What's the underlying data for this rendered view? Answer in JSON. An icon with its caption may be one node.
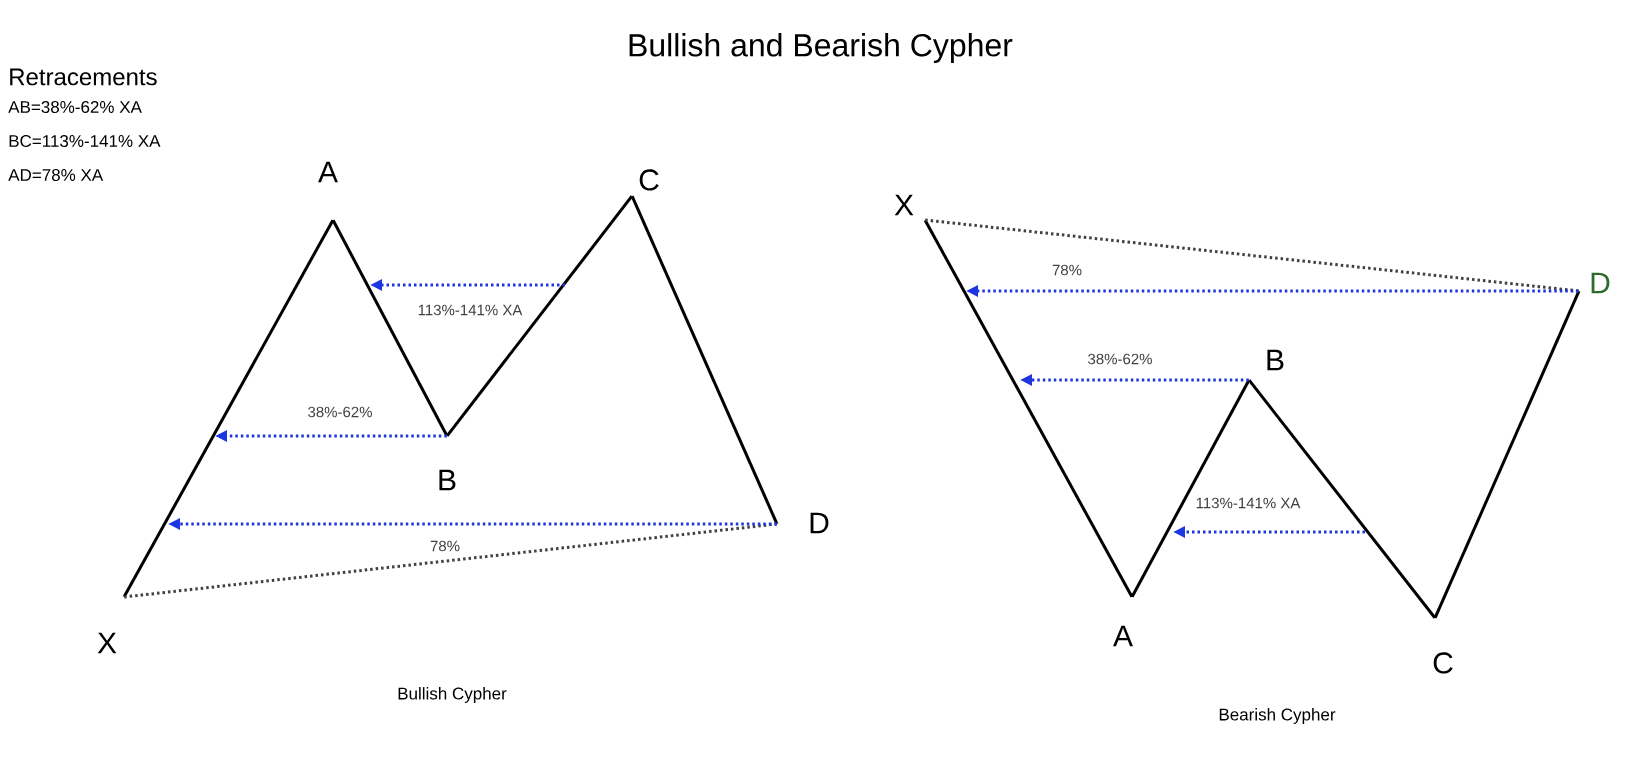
{
  "diagram": {
    "title": "Bullish and Bearish Cypher",
    "nodes": [
      {
        "text": [
          "X"
        ]
      },
      {
        "text": [
          "A"
        ]
      },
      {
        "text": [
          "B"
        ]
      },
      {
        "text": [
          "C"
        ]
      },
      {
        "text": [
          "D"
        ]
      },
      {
        "text": [
          "X"
        ]
      },
      {
        "text": [
          "A"
        ]
      },
      {
        "text": [
          "B"
        ]
      },
      {
        "text": [
          "C"
        ]
      },
      {
        "text": [
          "D"
        ]
      }
    ],
    "edges": [
      {
        "from": 0,
        "to": 1,
        "arrow": "none"
      },
      {
        "from": 1,
        "to": 2,
        "arrow": "none"
      },
      {
        "from": 2,
        "to": 3,
        "arrow": "none"
      },
      {
        "from": 3,
        "to": 4,
        "arrow": "none"
      },
      {
        "from": 0,
        "to": 4,
        "arrow": "none",
        "style": "dashed"
      },
      {
        "from": 2,
        "to": null,
        "arrow": "to",
        "style": "dashed",
        "color": "#1f35e0",
        "label": "38%-62%"
      },
      {
        "from": 4,
        "to": null,
        "arrow": "to",
        "style": "dashed",
        "color": "#1f35e0",
        "label": "78%"
      },
      {
        "from": 5,
        "to": 6,
        "arrow": "none"
      },
      {
        "from": 6,
        "to": 7,
        "arrow": "none"
      },
      {
        "from": 7,
        "to": 8,
        "arrow": "none"
      },
      {
        "from": 8,
        "to": 9,
        "arrow": "none"
      },
      {
        "from": 5,
        "to": 9,
        "arrow": "none",
        "style": "dashed"
      },
      {
        "from": 9,
        "to": null,
        "arrow": "to",
        "style": "dashed",
        "color": "#1f35e0",
        "label": "78%"
      },
      {
        "from": 7,
        "to": null,
        "arrow": "to",
        "style": "dashed",
        "color": "#1f35e0",
        "label": "38%-62%"
      }
    ],
    "labels": [
      "Retracements",
      "AB=38%-62% XA",
      "BC=113%-141% XA",
      "AD=78% XA",
      "113%-141% XA",
      "113%-141% XA",
      "Bullish Cypher",
      "Bearish Cypher"
    ]
  }
}
